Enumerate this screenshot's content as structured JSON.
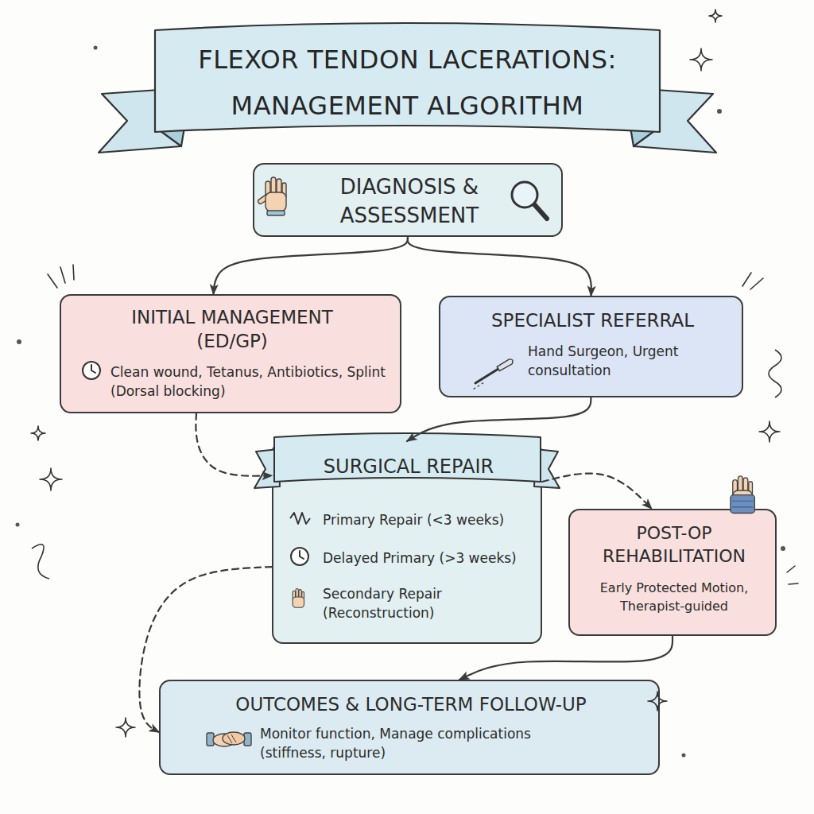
{
  "diagram": {
    "title": "FLEXOR TENDON LACERATIONS: MANAGEMENT ALGORITHM",
    "nodes": [
      {
        "text": [
          "DIAGNOSIS & ASSESSMENT"
        ]
      },
      {
        "text": [
          "INITIAL MANAGEMENT (ED/GP)",
          "Clean wound, Tetanus, Antibiotics, Splint (Dorsal blocking)"
        ]
      },
      {
        "text": [
          "SPECIALIST REFERRAL",
          "Hand Surgeon, Urgent consultation"
        ]
      },
      {
        "text": [
          "SURGICAL REPAIR",
          "Primary Repair (<3 weeks)",
          "Delayed Primary (>3 weeks)",
          "Secondary Repair (Reconstruction)"
        ]
      },
      {
        "text": [
          "POST-OP REHABILITATION",
          "Early Protected Motion, Therapist-guided"
        ]
      },
      {
        "text": [
          "OUTCOMES & LONG-TERM FOLLOW-UP",
          "Monitor function, Manage complications (stiffness, rupture)"
        ]
      }
    ],
    "edges": [
      {
        "from": 0,
        "to": 1,
        "arrow": "to"
      },
      {
        "from": 0,
        "to": 2,
        "arrow": "to"
      },
      {
        "from": 1,
        "to": 3,
        "arrow": "to"
      },
      {
        "from": 2,
        "to": 3,
        "arrow": "to"
      },
      {
        "from": 3,
        "to": 4,
        "arrow": "to"
      },
      {
        "from": 4,
        "to": 5,
        "arrow": "to"
      },
      {
        "from": 3,
        "to": 5,
        "arrow": "to"
      }
    ]
  }
}
